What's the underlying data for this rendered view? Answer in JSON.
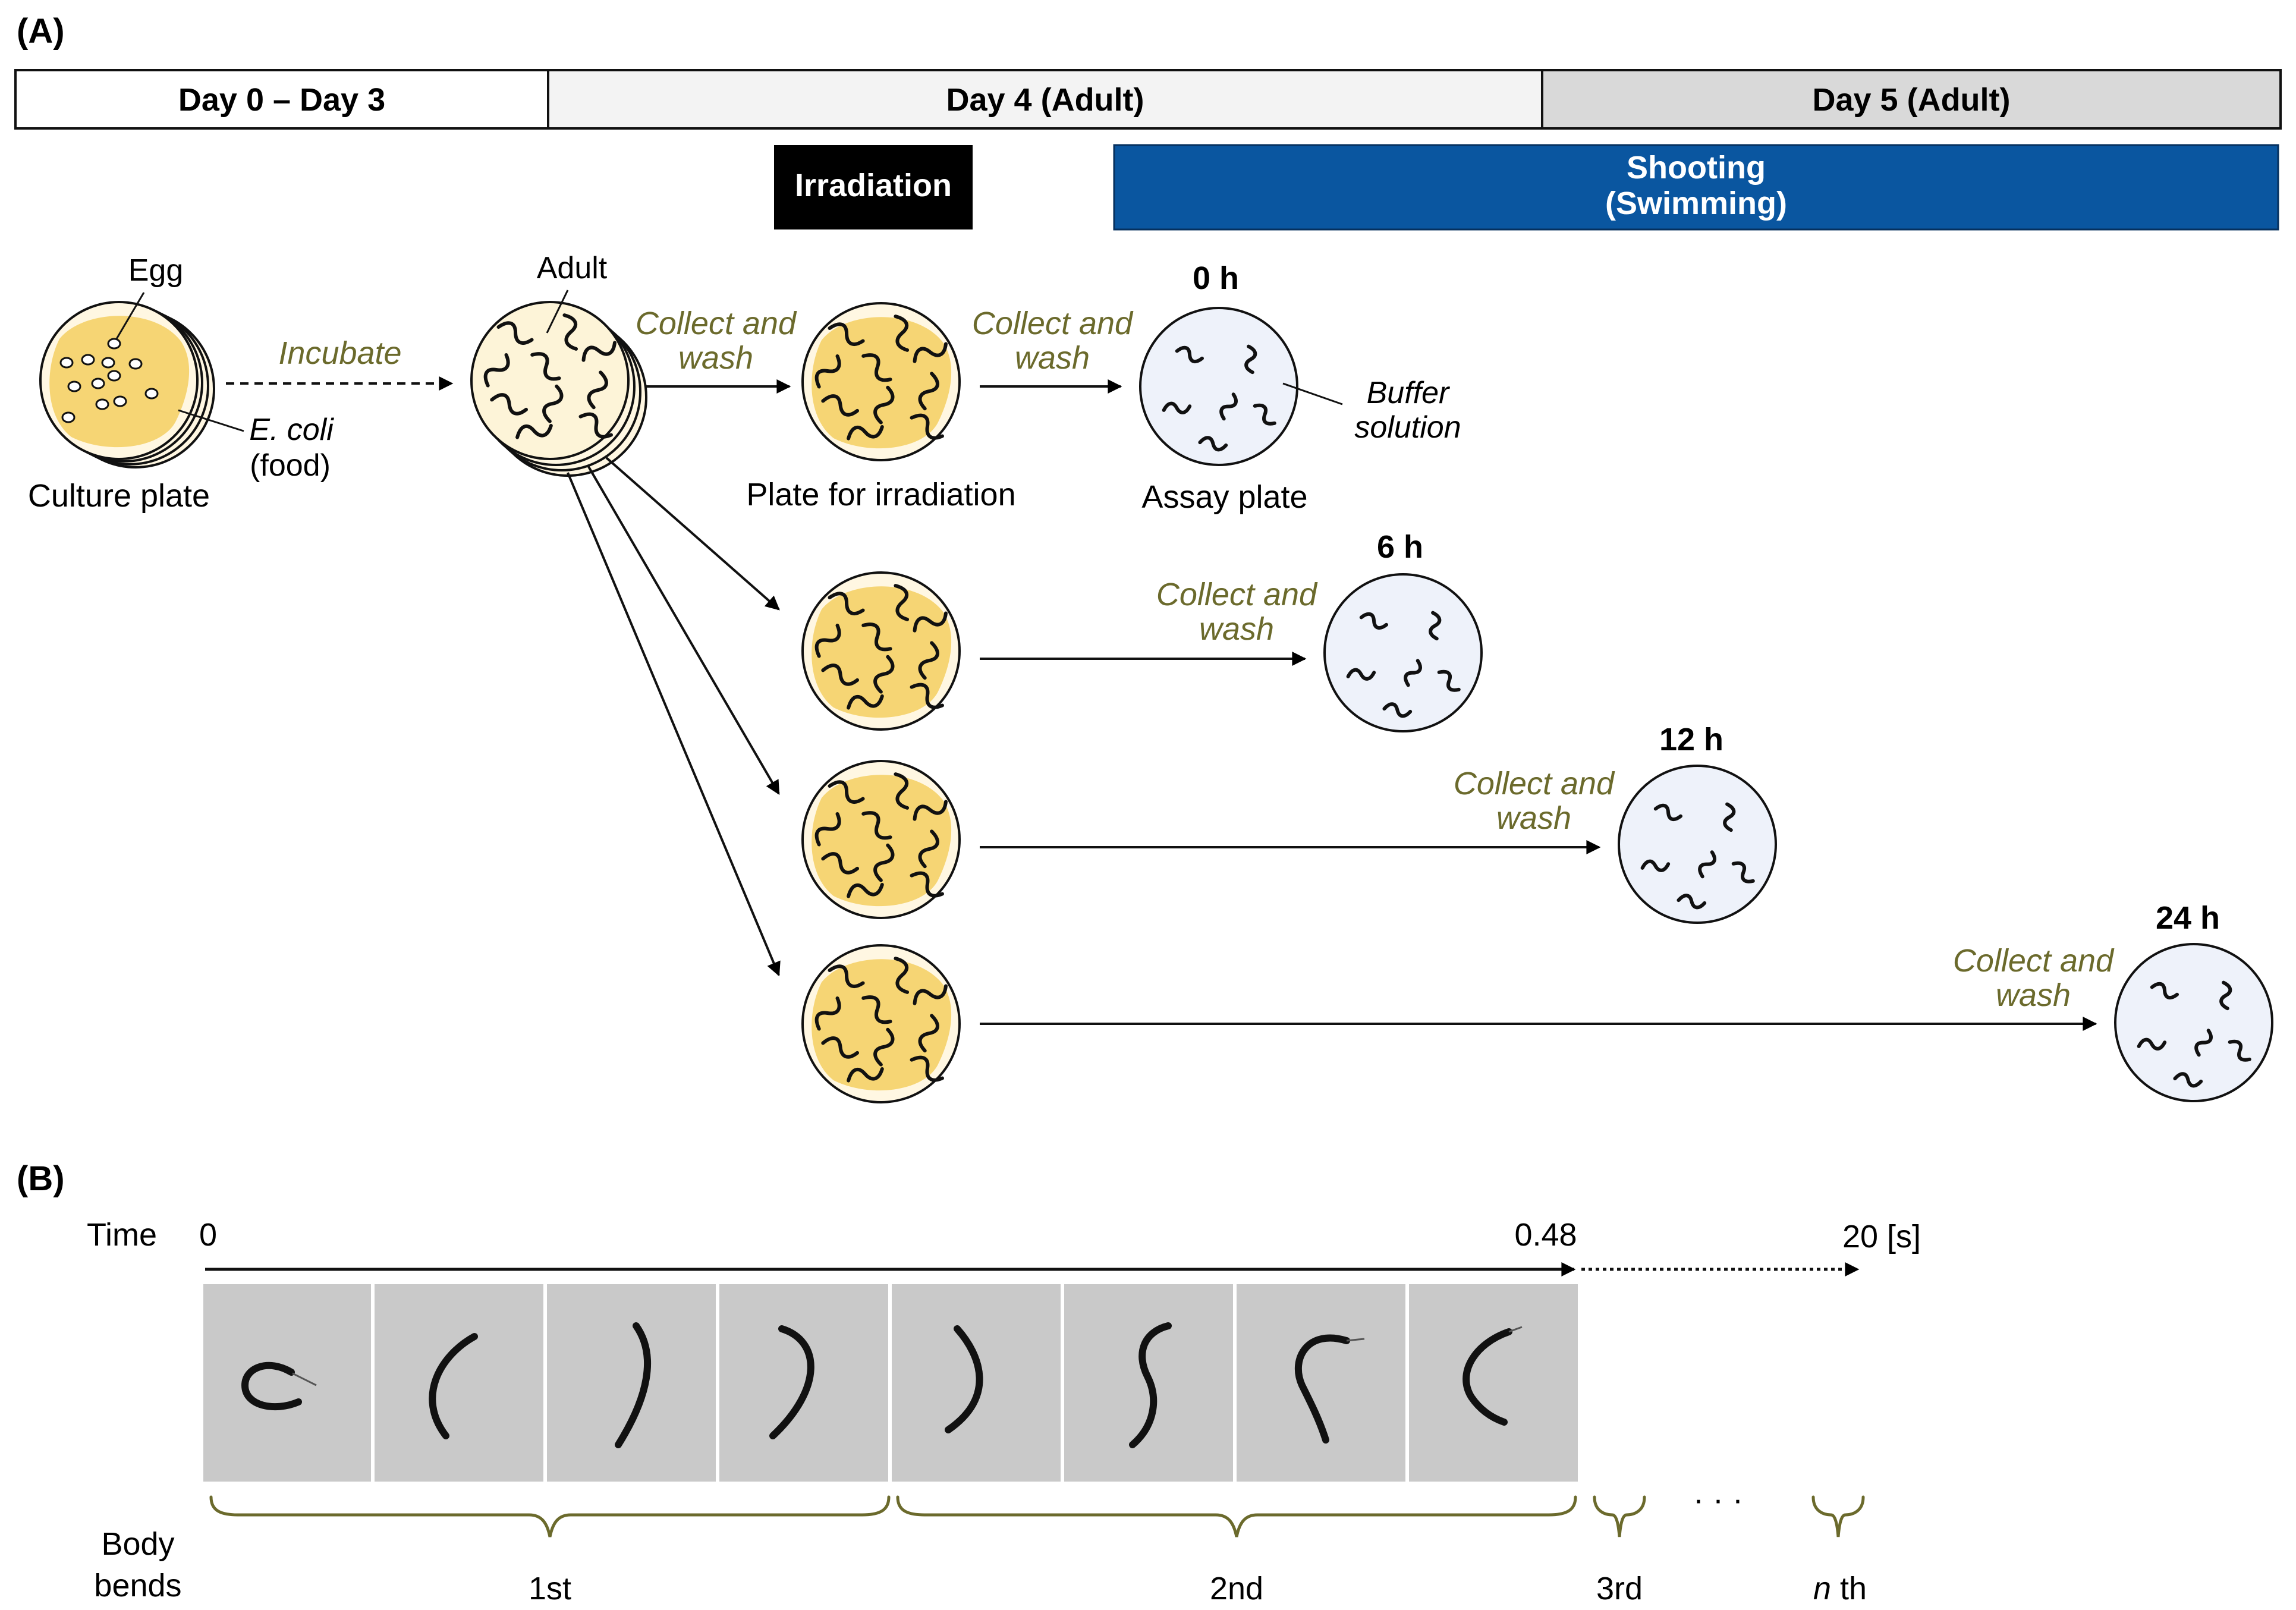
{
  "panel_a": {
    "label": "(A)",
    "timeline": {
      "day0_3": "Day 0 – Day 3",
      "day4": "Day 4 (Adult)",
      "day5": "Day 5 (Adult)"
    },
    "irradiation": "Irradiation",
    "shooting_line1": "Shooting",
    "shooting_line2": "(Swimming)",
    "egg_label": "Egg",
    "ecoli_label": "E. coli",
    "food_label": "(food)",
    "culture_plate_label": "Culture plate",
    "incubate_label": "Incubate",
    "adult_label": "Adult",
    "collect_line1": "Collect and",
    "collect_line2": "wash",
    "plate_irradiation_label": "Plate for irradiation",
    "assay_plate_label": "Assay plate",
    "buffer_line1": "Buffer",
    "buffer_line2": "solution",
    "time_0h": "0 h",
    "time_6h": "6 h",
    "time_12h": "12 h",
    "time_24h": "24 h"
  },
  "panel_b": {
    "label": "(B)",
    "time_label": "Time",
    "t_start": "0",
    "t_mid": "0.48",
    "t_end": "20 [s]",
    "body_bends_line1": "Body",
    "body_bends_line2": "bends",
    "bend_1": "1st",
    "bend_2": "2nd",
    "bend_3": "3rd",
    "bend_dots": "· · ·",
    "bend_n_italic": "n",
    "bend_n_suffix": " th"
  },
  "colors": {
    "olive": "#6b6a2c",
    "shooting_blue": "#0a56a0",
    "food_yellow": "#f6d574",
    "plate_cream": "#fdf5dc",
    "assay_blue": "#eef2fa",
    "frame_grey": "#c9c9c9"
  }
}
